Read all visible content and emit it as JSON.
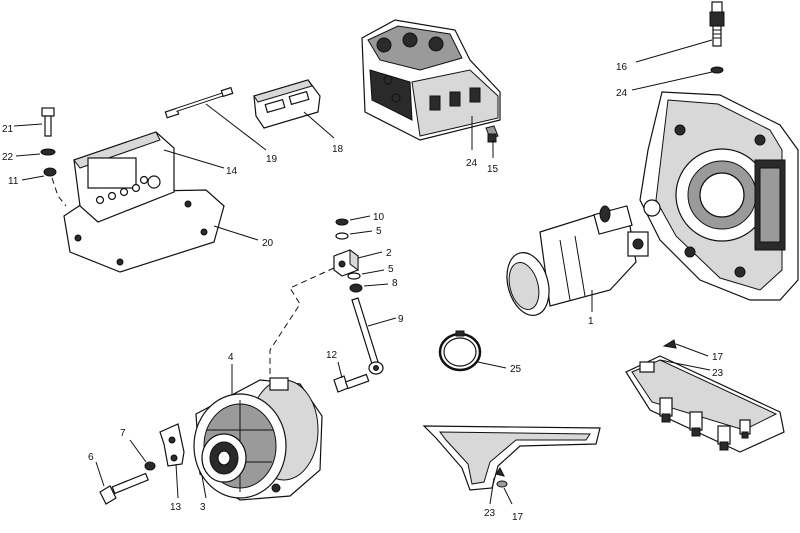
{
  "callouts": {
    "engine_block_24": "24",
    "engine_block_15": "15",
    "sensor_16": "16",
    "flywheel_24": "24",
    "bolt_21": "21",
    "washer_22": "22",
    "nut_11": "11",
    "panel_14": "14",
    "plate_20": "20",
    "cable_19": "19",
    "relay_18": "18",
    "clamp_10": "10",
    "washer_5a": "5",
    "bracket_2": "2",
    "washer_5b": "5",
    "nut_8": "8",
    "rod_9": "9",
    "bolt_12": "12",
    "starter_1": "1",
    "ring_25": "25",
    "fitting_17a": "17",
    "fitting_23a": "23",
    "alternator_4": "4",
    "bolt_7": "7",
    "bolt_6": "6",
    "bracket_13": "13",
    "pulley_3": "3",
    "sump_23": "23",
    "sump_17": "17"
  }
}
